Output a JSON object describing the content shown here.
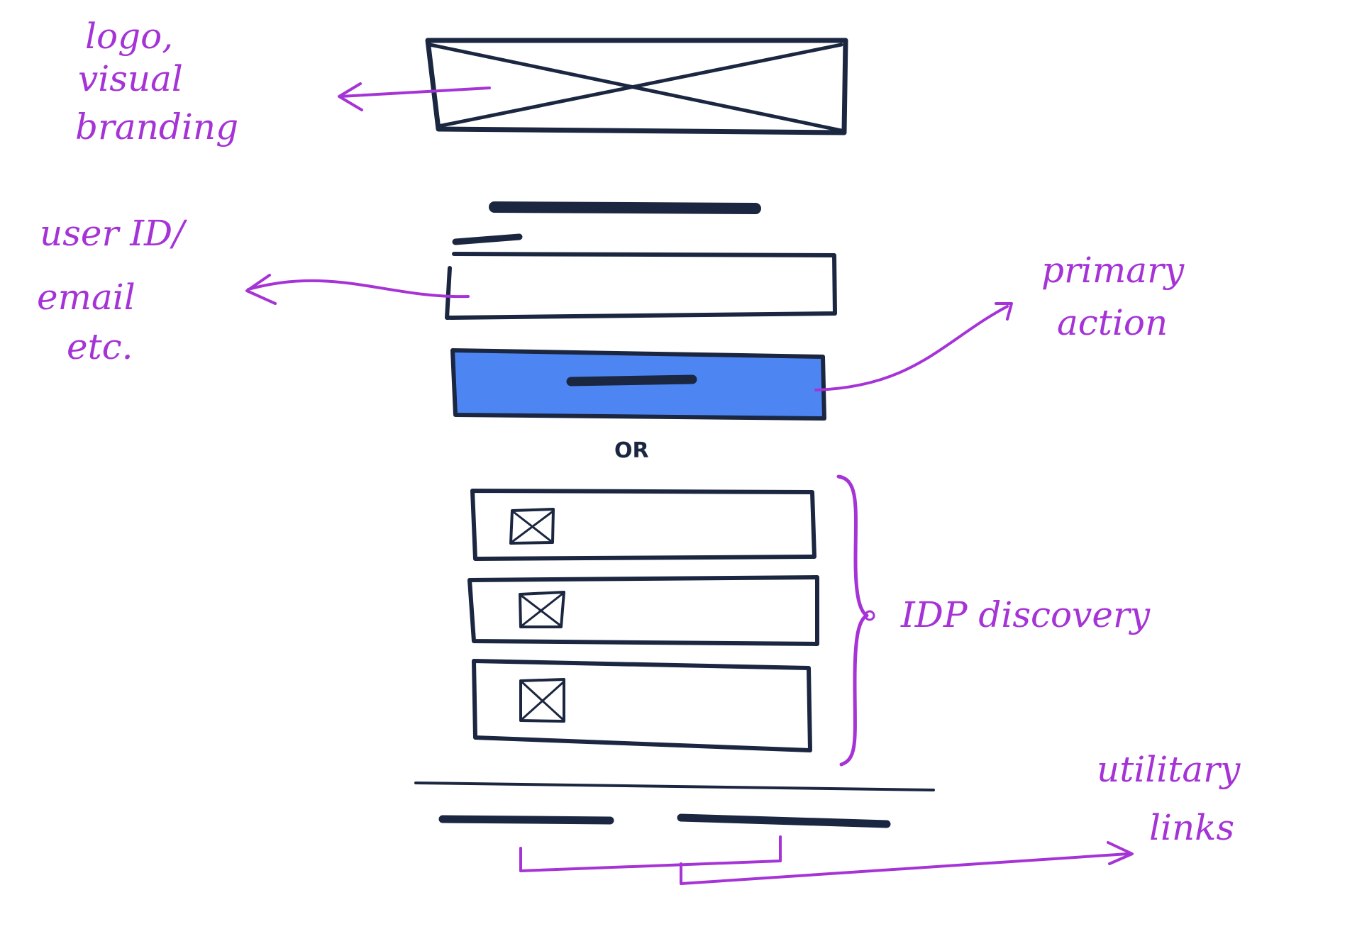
{
  "colors": {
    "ink": "#1b2640",
    "annotation": "#a533d6",
    "primary_button": "#4d86f3"
  },
  "annotations": {
    "logo": [
      "logo,",
      "visual",
      "branding"
    ],
    "user_id": [
      "user ID/",
      "email",
      "etc."
    ],
    "primary_action": [
      "primary",
      "action"
    ],
    "idp_discovery": [
      "IDP discovery"
    ],
    "utility_links": [
      "utilitary",
      "links"
    ]
  },
  "divider_text": "OR",
  "icons": {
    "logo_placeholder": "crossed-box-placeholder",
    "idp_logo": "crossed-box-placeholder"
  },
  "idp_buttons_count": 3
}
